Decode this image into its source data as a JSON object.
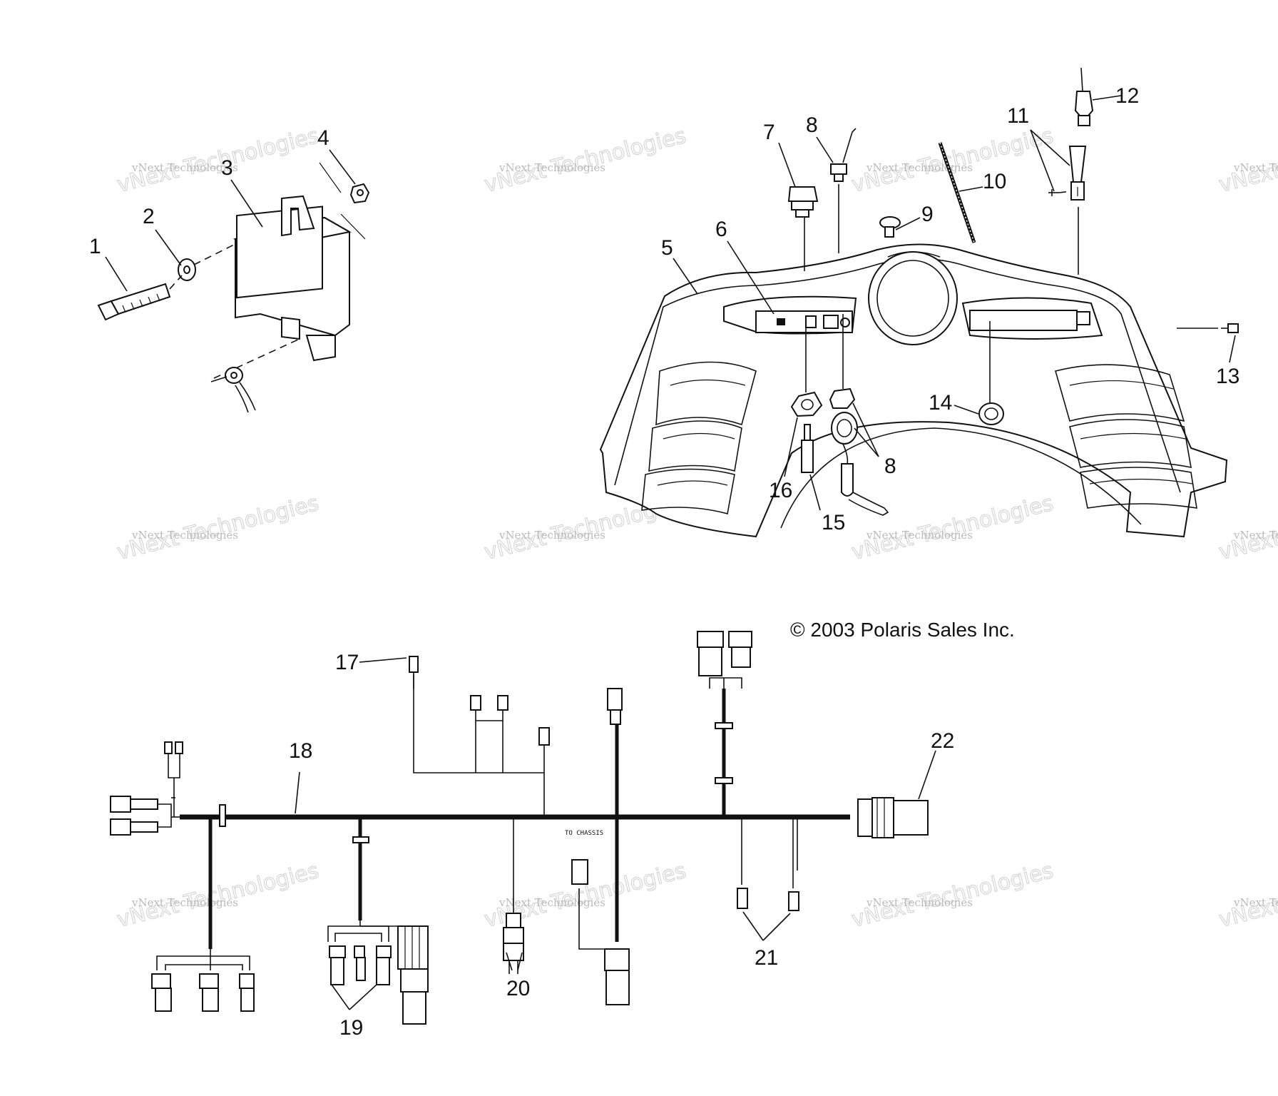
{
  "copyright": "© 2003 Polaris Sales Inc.",
  "callouts": {
    "c1": "1",
    "c2": "2",
    "c3": "3",
    "c4": "4",
    "c5": "5",
    "c6": "6",
    "c7": "7",
    "c8a": "8",
    "c8b": "8",
    "c9": "9",
    "c10": "10",
    "c11": "11",
    "c12": "12",
    "c13": "13",
    "c14": "14",
    "c15": "15",
    "c16": "16",
    "c17": "17",
    "c18": "18",
    "c19": "19",
    "c20": "20",
    "c21": "21",
    "c22": "22"
  },
  "harness_label": "TO CHASSIS",
  "watermark": {
    "line1": "vNext Technologies",
    "line2": "vNext Technologies"
  }
}
